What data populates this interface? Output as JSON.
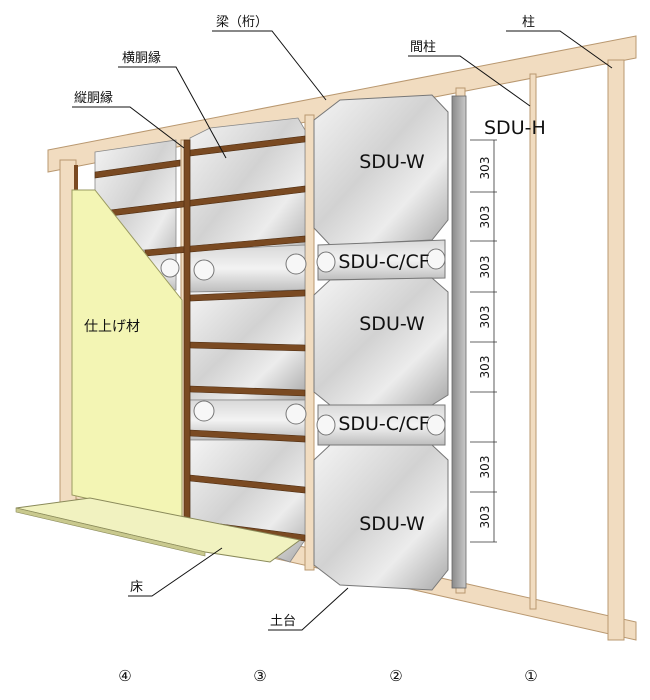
{
  "callouts": {
    "beam": "梁（桁）",
    "column": "柱",
    "stud": "間柱",
    "horizontal_furring": "横胴縁",
    "vertical_furring": "縦胴縁",
    "floor": "床",
    "sill": "土台"
  },
  "panels": {
    "sdu_h": "SDU-H",
    "sdu_w_top": "SDU-W",
    "sdu_cf_upper": "SDU-C/CF",
    "sdu_w_mid": "SDU-W",
    "sdu_cf_lower": "SDU-C/CF",
    "sdu_w_bottom": "SDU-W"
  },
  "finish_material": "仕上げ材",
  "dimensions": [
    "303",
    "303",
    "303",
    "303",
    "303",
    "303",
    "303"
  ],
  "layer_numbers": [
    "④",
    "③",
    "②",
    "①"
  ],
  "colors": {
    "timber": "#f1dcc0",
    "timber_edge": "#b99870",
    "furring": "#7a4a22",
    "steel_light": "#e6e6e6",
    "steel_dark": "#9c9c9c",
    "finish_board": "#f3f5b4"
  }
}
